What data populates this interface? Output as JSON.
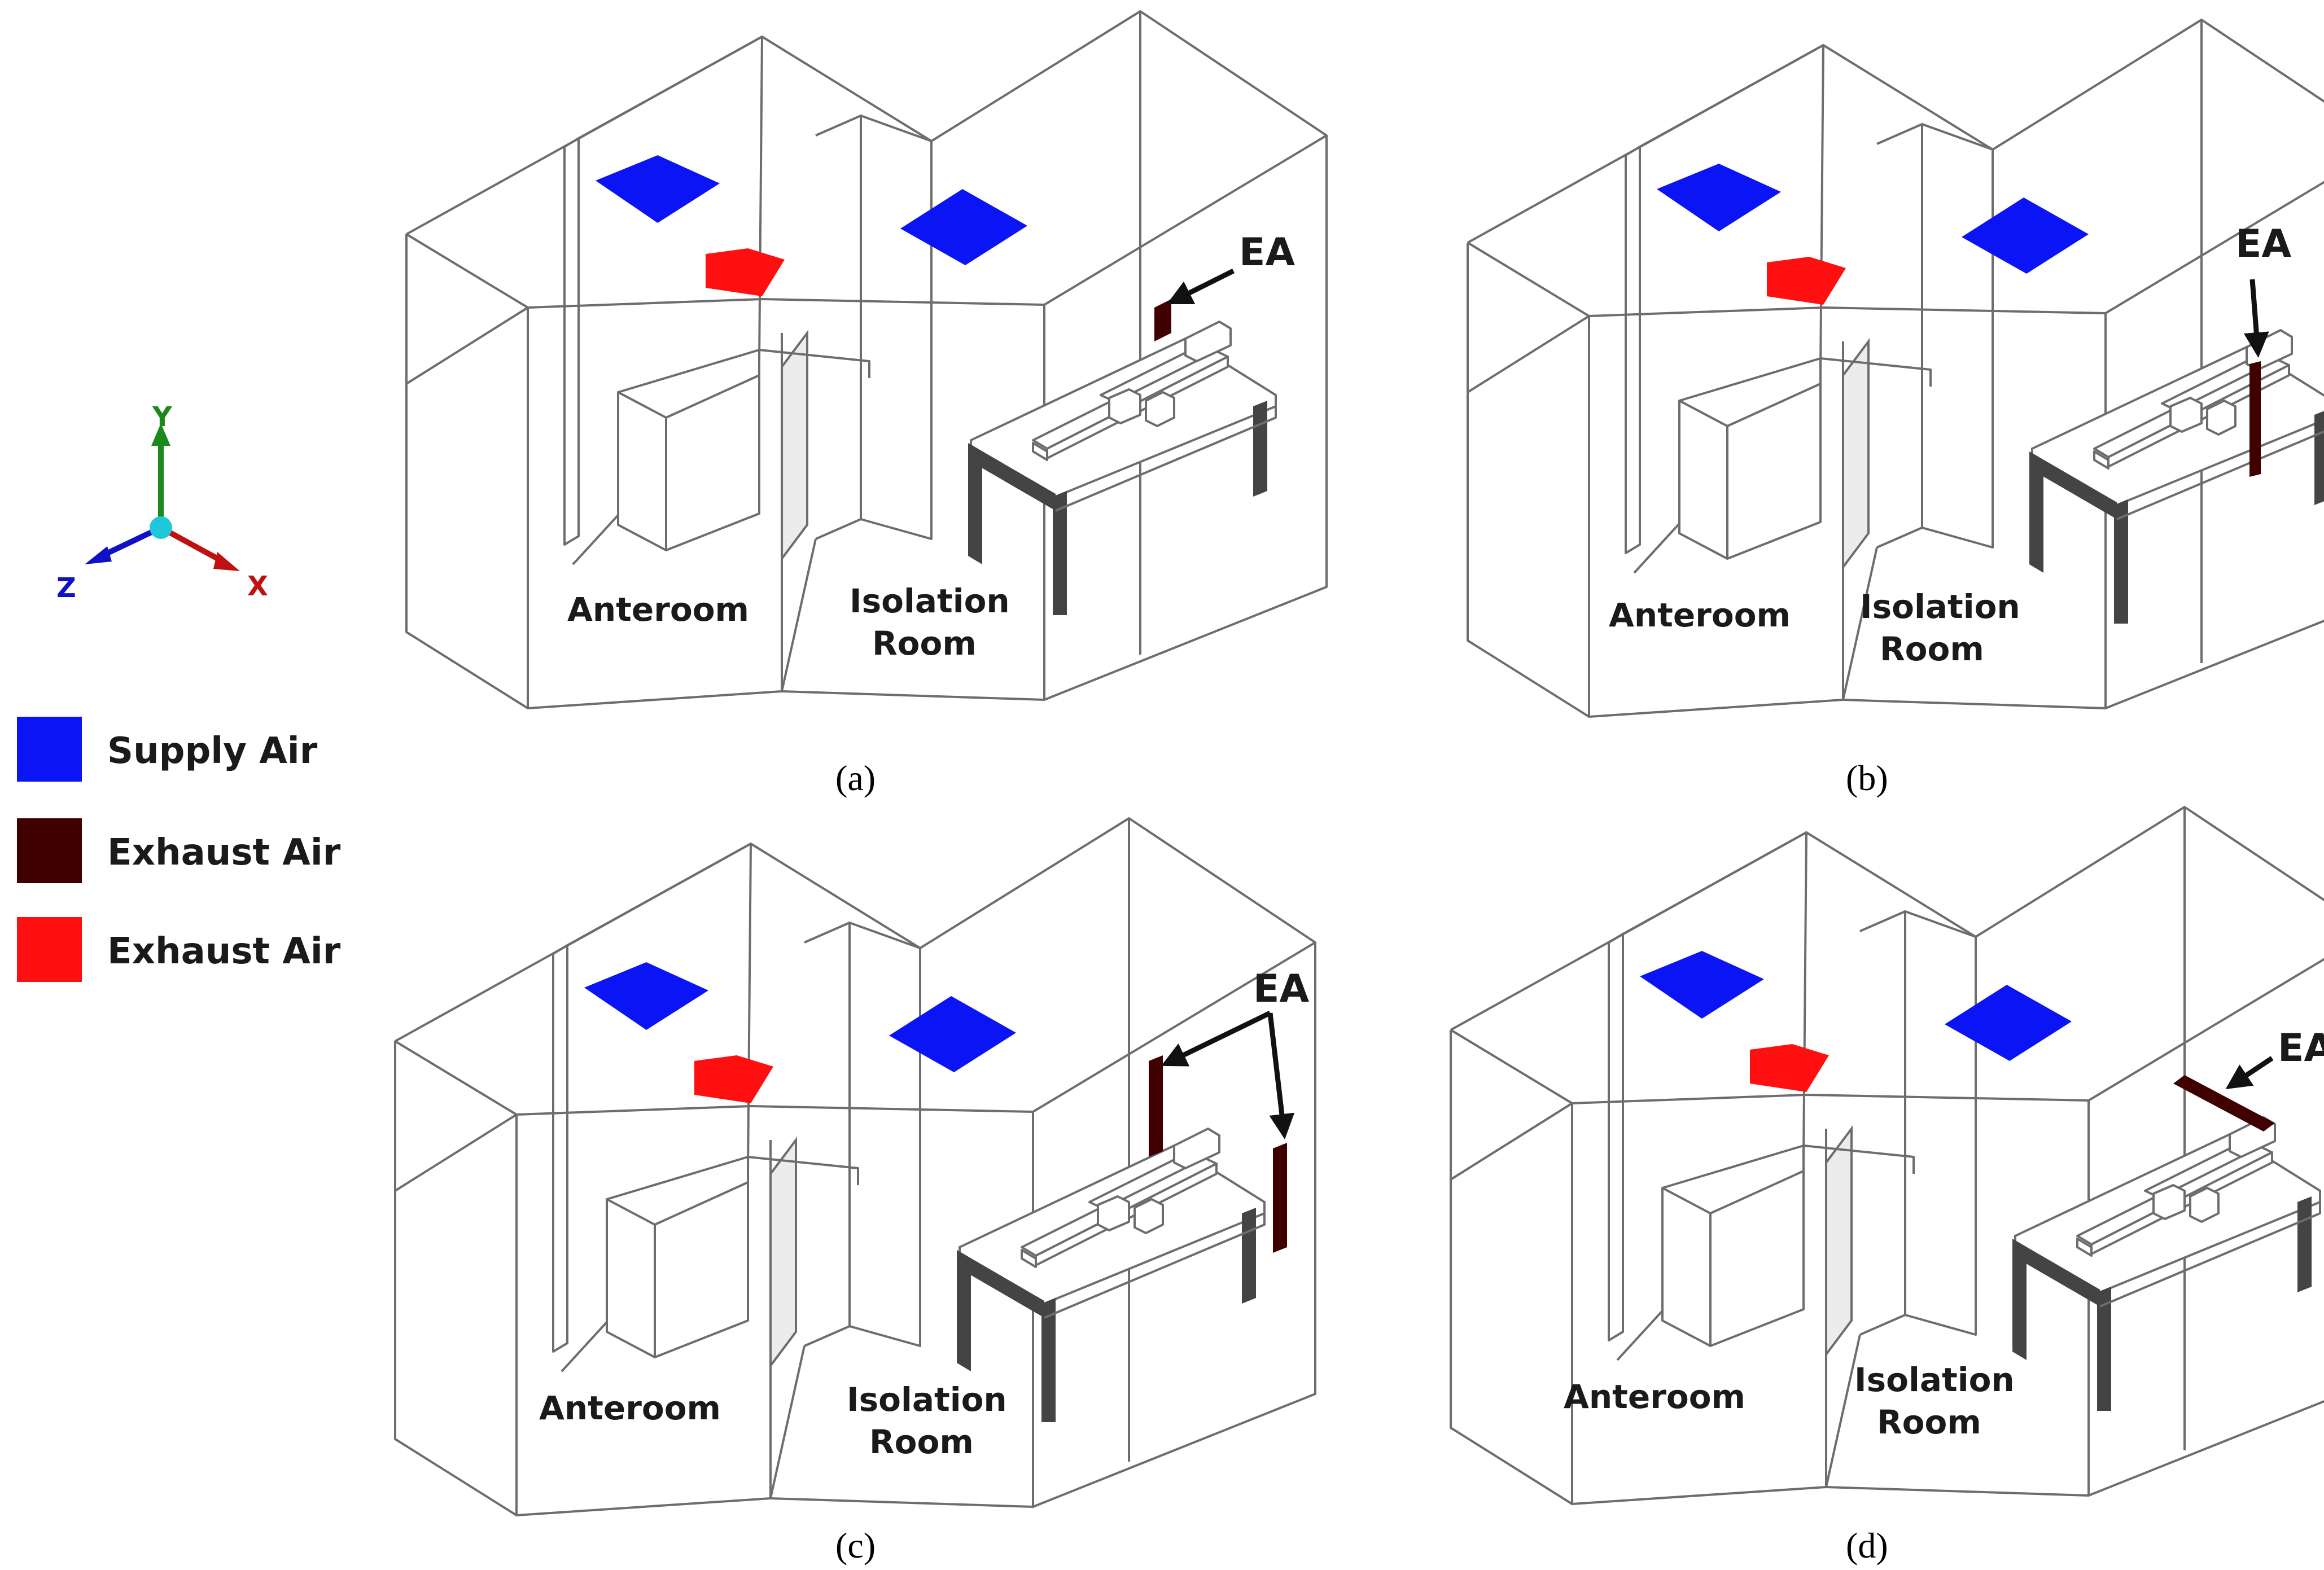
{
  "axes": {
    "y": "Y",
    "z": "Z",
    "x": "X"
  },
  "legend": [
    {
      "label": "Supply Air",
      "color": "#0a14f5"
    },
    {
      "label": "Exhaust Air",
      "color": "#400000"
    },
    {
      "label": "Exhaust Air",
      "color": "#ff0f0f"
    }
  ],
  "colors": {
    "supply": "#0a14f5",
    "exhaust_low": "#400000",
    "exhaust_ceiling": "#ff0f0f",
    "wire": "#6d6d6d"
  },
  "panels": [
    {
      "caption": "(a)",
      "label_a": "Anteroom",
      "label_i1": "Isolation",
      "label_i2": "Room",
      "ea": "EA"
    },
    {
      "caption": "(b)",
      "label_a": "Anteroom",
      "label_i1": "Isolation",
      "label_i2": "Room",
      "ea": "EA"
    },
    {
      "caption": "(c)",
      "label_a": "Anteroom",
      "label_i1": "Isolation",
      "label_i2": "Room",
      "ea": "EA"
    },
    {
      "caption": "(d)",
      "label_a": "Anteroom",
      "label_i1": "Isolation",
      "label_i2": "Room",
      "ea": "EA"
    }
  ]
}
